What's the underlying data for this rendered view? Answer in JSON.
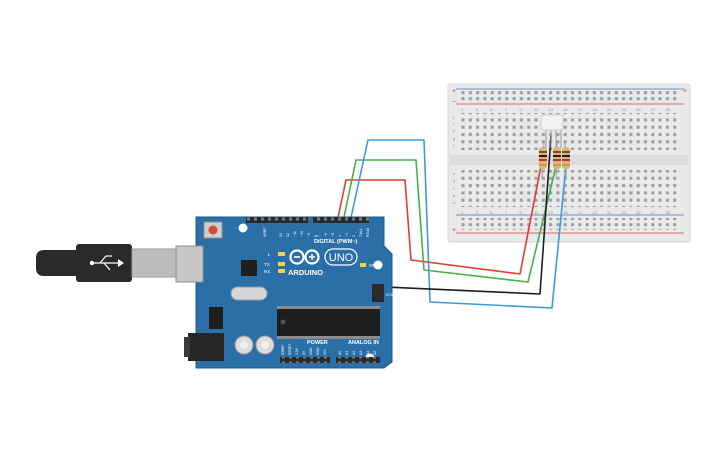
{
  "canvas": {
    "background": "#ffffff"
  },
  "board": {
    "brand": "ARDUINO",
    "model": "UNO",
    "digital_label": "DIGITAL (PWM~)",
    "power_label": "POWER",
    "analog_label": "ANALOG IN",
    "on_label": "ON",
    "tx_label": "TX",
    "rx_label": "RX",
    "l_label": "L",
    "icsp_label": "ICSP",
    "aref_label": "AREF",
    "digital_pins": [
      "13",
      "12",
      "~11",
      "~10",
      "~9",
      "8",
      "7",
      "~6",
      "~5",
      "4",
      "~3",
      "2",
      "TX▸1",
      "RX◂0"
    ],
    "power_pins": [
      "IOREF",
      "RESET",
      "3.3V",
      "5V",
      "GND",
      "GND",
      "VIN"
    ],
    "analog_pins": [
      "A0",
      "A1",
      "A2",
      "A3",
      "A4",
      "A5"
    ],
    "color": "#2b6fa8"
  },
  "breadboard": {
    "row_numbers_top": [
      "1",
      "3",
      "5",
      "7",
      "9",
      "11",
      "13",
      "15",
      "17",
      "19",
      "21",
      "23",
      "25",
      "27",
      "29"
    ],
    "row_letters_top": [
      "j",
      "i",
      "h",
      "g",
      "f"
    ],
    "row_letters_bottom": [
      "e",
      "d",
      "c",
      "b",
      "a"
    ],
    "plus": "+",
    "minus": "−",
    "color": "#e9e9e9"
  },
  "wires": [
    {
      "name": "red-wire",
      "color": "#e23b2f"
    },
    {
      "name": "green-wire",
      "color": "#45b14a"
    },
    {
      "name": "blue-wire",
      "color": "#3a9be0"
    },
    {
      "name": "black-wire",
      "color": "#1d1d1d"
    }
  ],
  "icons": [
    "usb-cable-icon",
    "arduino-logo-icon",
    "reset-button-icon",
    "rgb-led-icon",
    "resistor-icon"
  ]
}
